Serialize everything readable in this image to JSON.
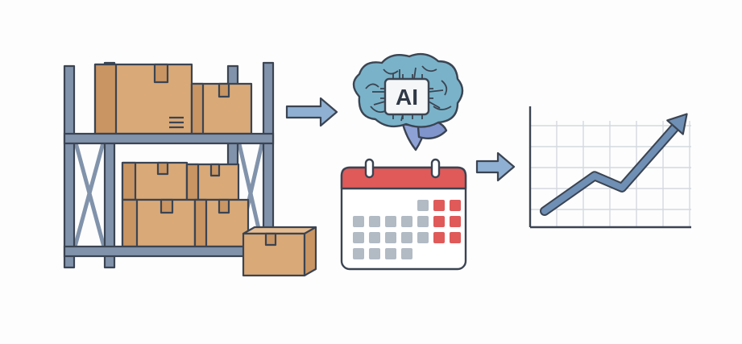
{
  "brain": {
    "chip_label": "AI"
  },
  "colors": {
    "shelf_frame": "#8193ab",
    "box_fill": "#d9a978",
    "box_shade": "#c99563",
    "outline": "#3b4452",
    "arrow": "#6f8fb4",
    "brain": "#7ab3c9",
    "calendar_red": "#e05a5a",
    "calendar_gray": "#b2bac4",
    "chart_line": "#6f8fb4",
    "grid": "#d4d9e0"
  },
  "icons": [
    "warehouse-shelf-icon",
    "cardboard-box-icon",
    "arrow-right-icon",
    "ai-brain-icon",
    "cpu-chip-icon",
    "calendar-icon",
    "trend-chart-icon"
  ],
  "calendar": {
    "rows": [
      [
        "",
        "",
        "",
        "",
        "gray",
        "red",
        "red"
      ],
      [
        "gray",
        "gray",
        "gray",
        "gray",
        "gray",
        "red",
        "red"
      ],
      [
        "gray",
        "gray",
        "gray",
        "gray",
        "gray",
        "red",
        "red"
      ],
      [
        "gray",
        "gray",
        "gray",
        "gray",
        "",
        "",
        ""
      ]
    ]
  },
  "trend": {
    "values": [
      0,
      0.42,
      0.28,
      1
    ]
  }
}
